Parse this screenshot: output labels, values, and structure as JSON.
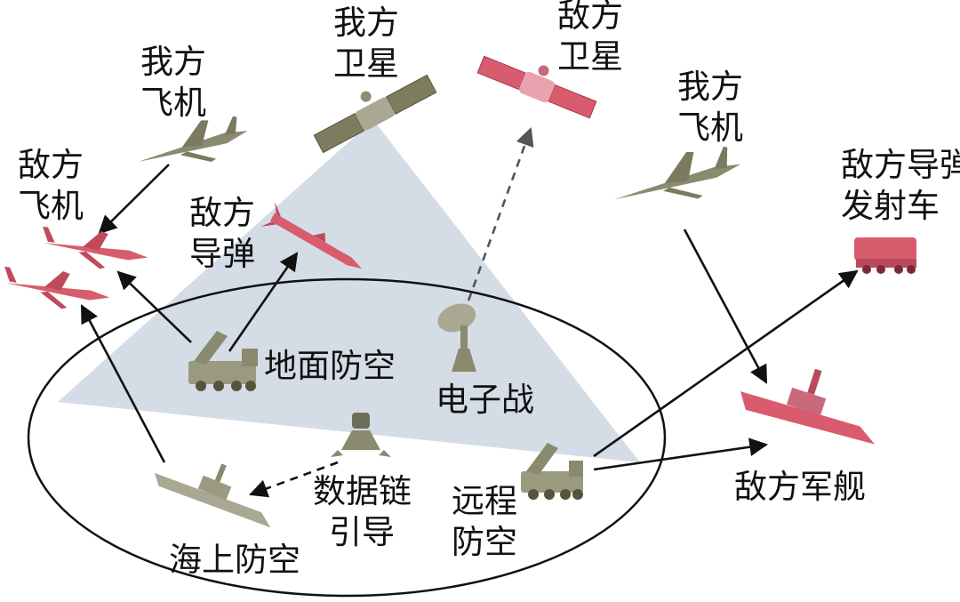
{
  "labels": {
    "our_aircraft_left": [
      "我方",
      "飞机"
    ],
    "our_satellite": [
      "我方",
      "卫星"
    ],
    "enemy_satellite": [
      "敌方",
      "卫星"
    ],
    "our_aircraft_right": [
      "我方",
      "飞机"
    ],
    "enemy_aircraft": [
      "敌方",
      "飞机"
    ],
    "enemy_missile": [
      "敌方",
      "导弹"
    ],
    "enemy_missile_launcher": [
      "敌方导弹",
      "发射车"
    ],
    "ground_air_defense": "地面防空",
    "electronic_warfare": "电子战",
    "datalink_guidance": [
      "数据链",
      "引导"
    ],
    "long_range_air_defense": [
      "远程",
      "防空"
    ],
    "sea_air_defense": "海上防空",
    "enemy_warship": "敌方军舰"
  },
  "colors": {
    "friendly_unit": "#8a8a70",
    "enemy_unit": "#d85c6e",
    "coverage_triangle": "#ccd6e2",
    "line": "#111111"
  }
}
